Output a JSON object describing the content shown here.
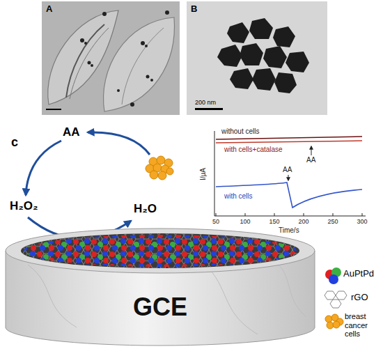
{
  "diagram": {
    "nodes": [
      {
        "text": [
          "A"
        ]
      },
      {
        "text": [
          "B",
          "200 nm"
        ]
      },
      {
        "text": [
          "GCE"
        ]
      }
    ],
    "labels": [
      "c",
      "AA",
      "H₂O₂",
      "H₂O",
      "without cells",
      "with cells+catalase",
      "AA",
      "AA",
      "with cells",
      "I/μA",
      "Time/s",
      "50",
      "100",
      "150",
      "200",
      "250",
      "300"
    ],
    "legend": [
      {
        "text": "AuPtPd"
      },
      {
        "text": "rGO"
      },
      {
        "text": "breast cancer cells"
      }
    ]
  }
}
